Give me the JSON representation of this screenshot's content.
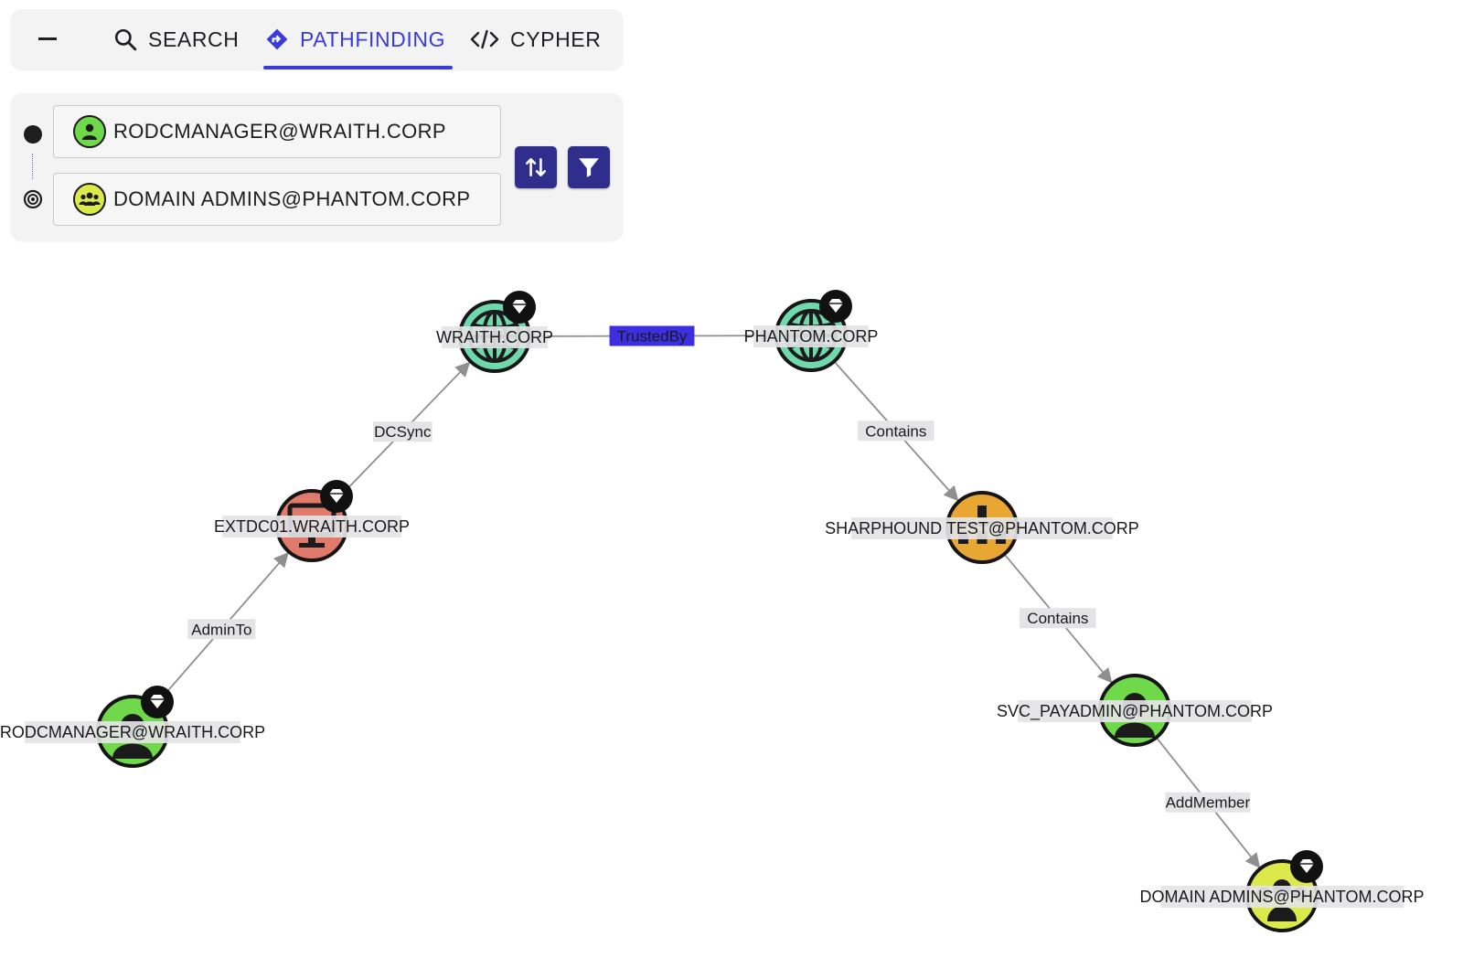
{
  "tabs": {
    "search_label": "SEARCH",
    "pathfinding_label": "PATHFINDING",
    "cypher_label": "CYPHER",
    "active": "pathfinding"
  },
  "pathfinding": {
    "start": {
      "value": "RODCMANAGER@WRAITH.CORP",
      "icon": "user-icon",
      "color": "#6fd94a"
    },
    "target": {
      "value": "DOMAIN ADMINS@PHANTOM.CORP",
      "icon": "group-icon",
      "color": "#dbe94a"
    }
  },
  "graph": {
    "nodes": [
      {
        "id": "n_rodc",
        "label": "RODCMANAGER@WRAITH.CORP",
        "kind": "user",
        "color": "#6fd94a",
        "tier_zero": true
      },
      {
        "id": "n_extdc",
        "label": "EXTDC01.WRAITH.CORP",
        "kind": "computer",
        "color": "#e07a6b",
        "tier_zero": true
      },
      {
        "id": "n_wraith",
        "label": "WRAITH.CORP",
        "kind": "domain",
        "color": "#6fd9ad",
        "tier_zero": true
      },
      {
        "id": "n_phantom",
        "label": "PHANTOM.CORP",
        "kind": "domain",
        "color": "#6fd9ad",
        "tier_zero": true
      },
      {
        "id": "n_ou",
        "label": "SHARPHOUND TEST@PHANTOM.CORP",
        "kind": "ou",
        "color": "#e8a632",
        "tier_zero": false
      },
      {
        "id": "n_svc",
        "label": "SVC_PAYADMIN@PHANTOM.CORP",
        "kind": "user",
        "color": "#6fd94a",
        "tier_zero": false
      },
      {
        "id": "n_da",
        "label": "DOMAIN ADMINS@PHANTOM.CORP",
        "kind": "group",
        "color": "#dbe94a",
        "tier_zero": true
      }
    ],
    "edges": [
      {
        "from": "n_rodc",
        "to": "n_extdc",
        "label": "AdminTo",
        "highlighted": false
      },
      {
        "from": "n_extdc",
        "to": "n_wraith",
        "label": "DCSync",
        "highlighted": false
      },
      {
        "from": "n_wraith",
        "to": "n_phantom",
        "label": "TrustedBy",
        "highlighted": true
      },
      {
        "from": "n_phantom",
        "to": "n_ou",
        "label": "Contains",
        "highlighted": false
      },
      {
        "from": "n_ou",
        "to": "n_svc",
        "label": "Contains",
        "highlighted": false
      },
      {
        "from": "n_svc",
        "to": "n_da",
        "label": "AddMember",
        "highlighted": false
      }
    ],
    "colors": {
      "edge": "#8f8f8f",
      "highlight": "#3b2fe0",
      "label_bg": "#e4e4e6"
    }
  }
}
